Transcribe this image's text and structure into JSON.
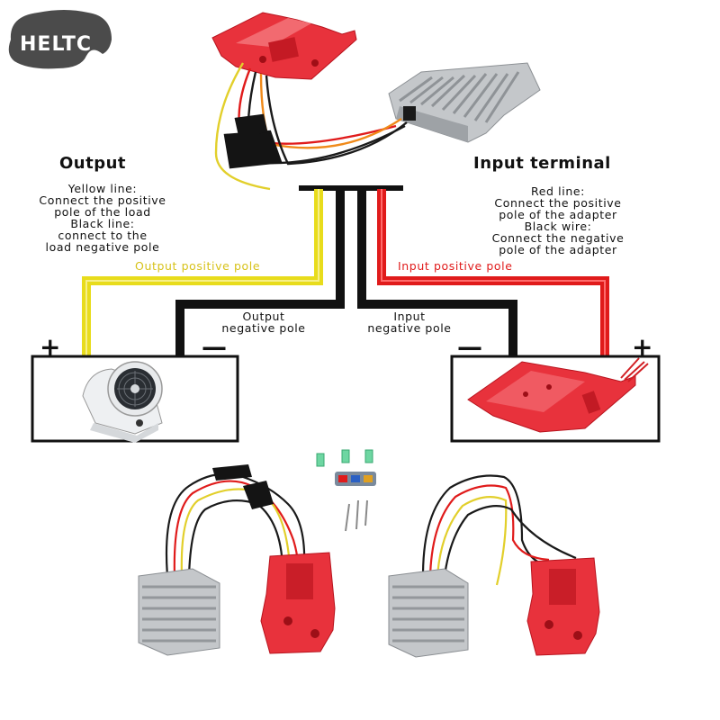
{
  "brand": {
    "logo_text": "HELTC"
  },
  "output": {
    "heading": "Output",
    "lines": [
      "Yellow line:",
      "Connect the positive",
      "pole of the load",
      "Black line:",
      "connect to the",
      "load negative pole"
    ]
  },
  "input": {
    "heading": "Input terminal",
    "lines": [
      "Red line:",
      "Connect the positive",
      "pole of the adapter",
      "Black wire:",
      "Connect the negative",
      "pole of the adapter"
    ]
  },
  "wiring": {
    "output_positive_label": "Output positive pole",
    "input_positive_label": "Input positive pole",
    "output_negative_label": [
      "Output",
      "negative pole"
    ],
    "input_negative_label": [
      "Input",
      "negative pole"
    ]
  },
  "boxes": {
    "left": {
      "plus": "+",
      "minus": "—",
      "device": "fan-icon"
    },
    "right": {
      "plus": "+",
      "minus": "—",
      "device": "battery-adapter-icon"
    }
  },
  "colors": {
    "positive_output": "#e8dc1c",
    "positive_input": "#e01b1b",
    "negative": "#111111",
    "adapter_red": "#e8323c",
    "converter_gray": "#b9bcbf",
    "logo_bg": "#4b4b4b"
  }
}
